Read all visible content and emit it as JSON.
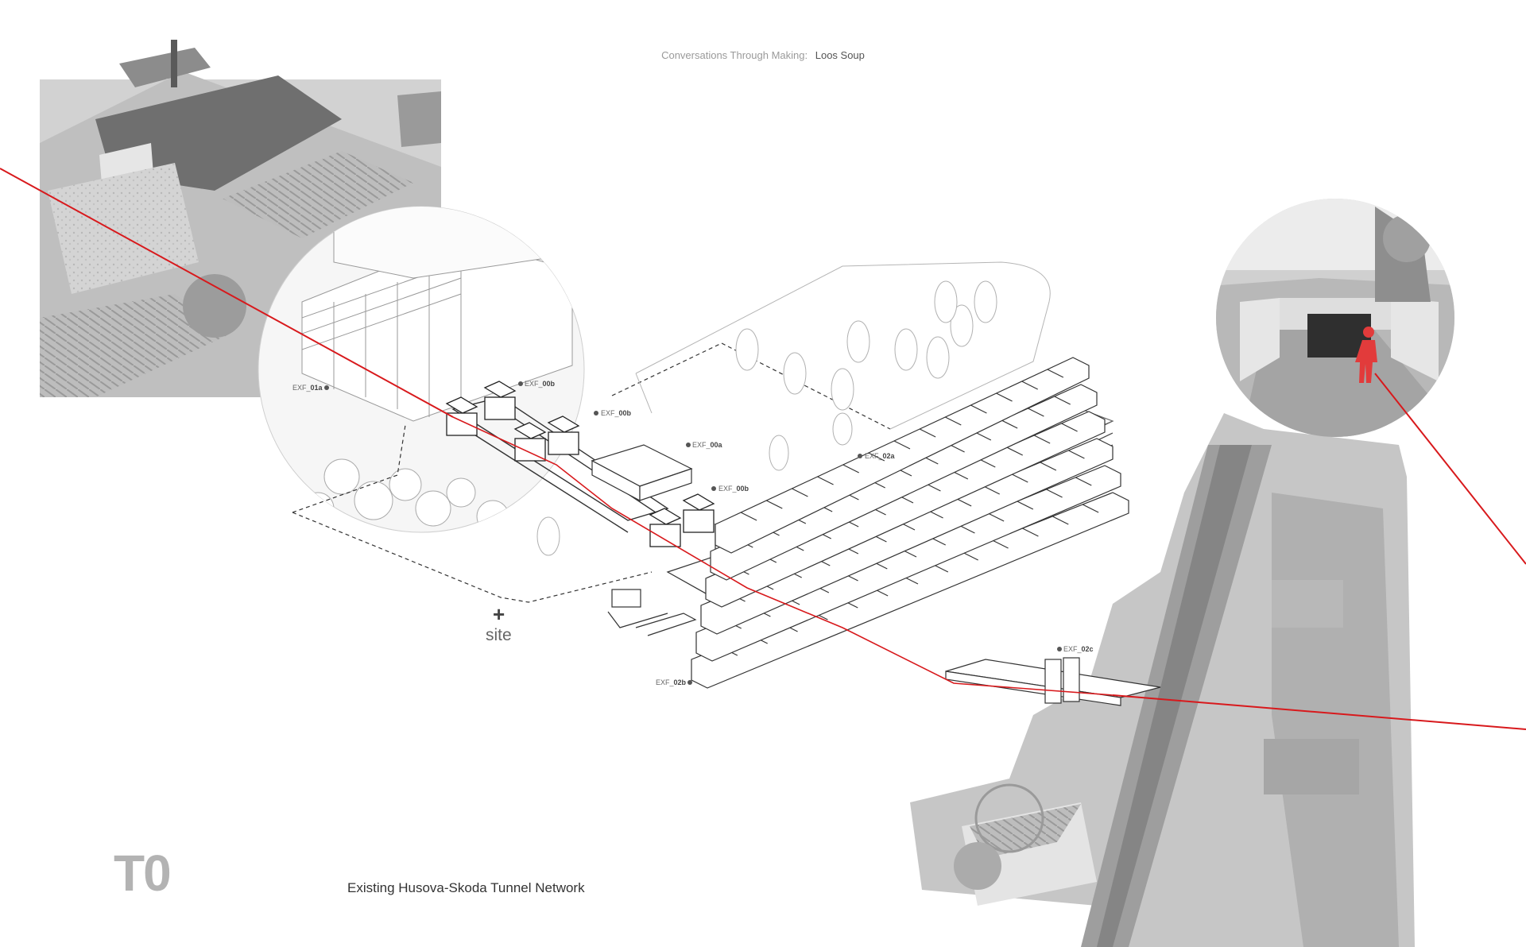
{
  "header": {
    "prefix": "Conversations Through Making:",
    "title": "Loos Soup"
  },
  "sheet": {
    "code": "T0",
    "caption": "Existing Husova-Skoda Tunnel Network"
  },
  "site": {
    "marker": "+",
    "label": "site"
  },
  "labels": {
    "exf_01a": {
      "prefix": "EXF_",
      "id": "01a"
    },
    "exf_00b_1": {
      "prefix": "EXF_",
      "id": "00b"
    },
    "exf_00b_2": {
      "prefix": "EXF_",
      "id": "00b"
    },
    "exf_00a": {
      "prefix": "EXF_",
      "id": "00a"
    },
    "exf_00b_3": {
      "prefix": "EXF_",
      "id": "00b"
    },
    "exf_02a": {
      "prefix": "EXF_",
      "id": "02a"
    },
    "exf_02b": {
      "prefix": "EXF_",
      "id": "02b"
    },
    "exf_02c": {
      "prefix": "EXF_",
      "id": "02c"
    }
  },
  "colors": {
    "route": "#d8191c",
    "photo": "#c8c8c8",
    "line": "#8a8a8a",
    "dark": "#333333"
  }
}
